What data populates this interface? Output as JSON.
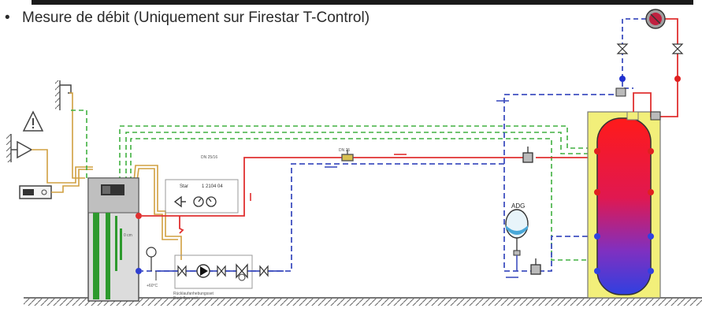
{
  "header": {
    "bullet": "•",
    "text": "Mesure de débit (Uniquement sur Firestar T-Control)"
  },
  "diagram": {
    "pump_group_label_1": "Star",
    "pump_group_label_2": "1 2104 04",
    "heater_small_label": "0 cm",
    "temp_label": "+60°C",
    "backflow_label_1": "Rücklaufanhebungsset",
    "backflow_label_2": "Back flow unit",
    "adg_label": "ADG",
    "pipe_tag_1": "DN 25/16",
    "pipe_tag_2": "DN 25",
    "colors": {
      "hot": "#e03030",
      "cold": "#4050c0",
      "control": "#40b040",
      "signal": "#d0a040",
      "tank_frame": "#f2ef7a"
    },
    "icons": [
      "warning-icon",
      "speaker-icon",
      "controller-icon",
      "pump-icon",
      "valve-icon",
      "gauge-icon",
      "expansion-vessel-icon",
      "circulation-pump-icon"
    ]
  }
}
